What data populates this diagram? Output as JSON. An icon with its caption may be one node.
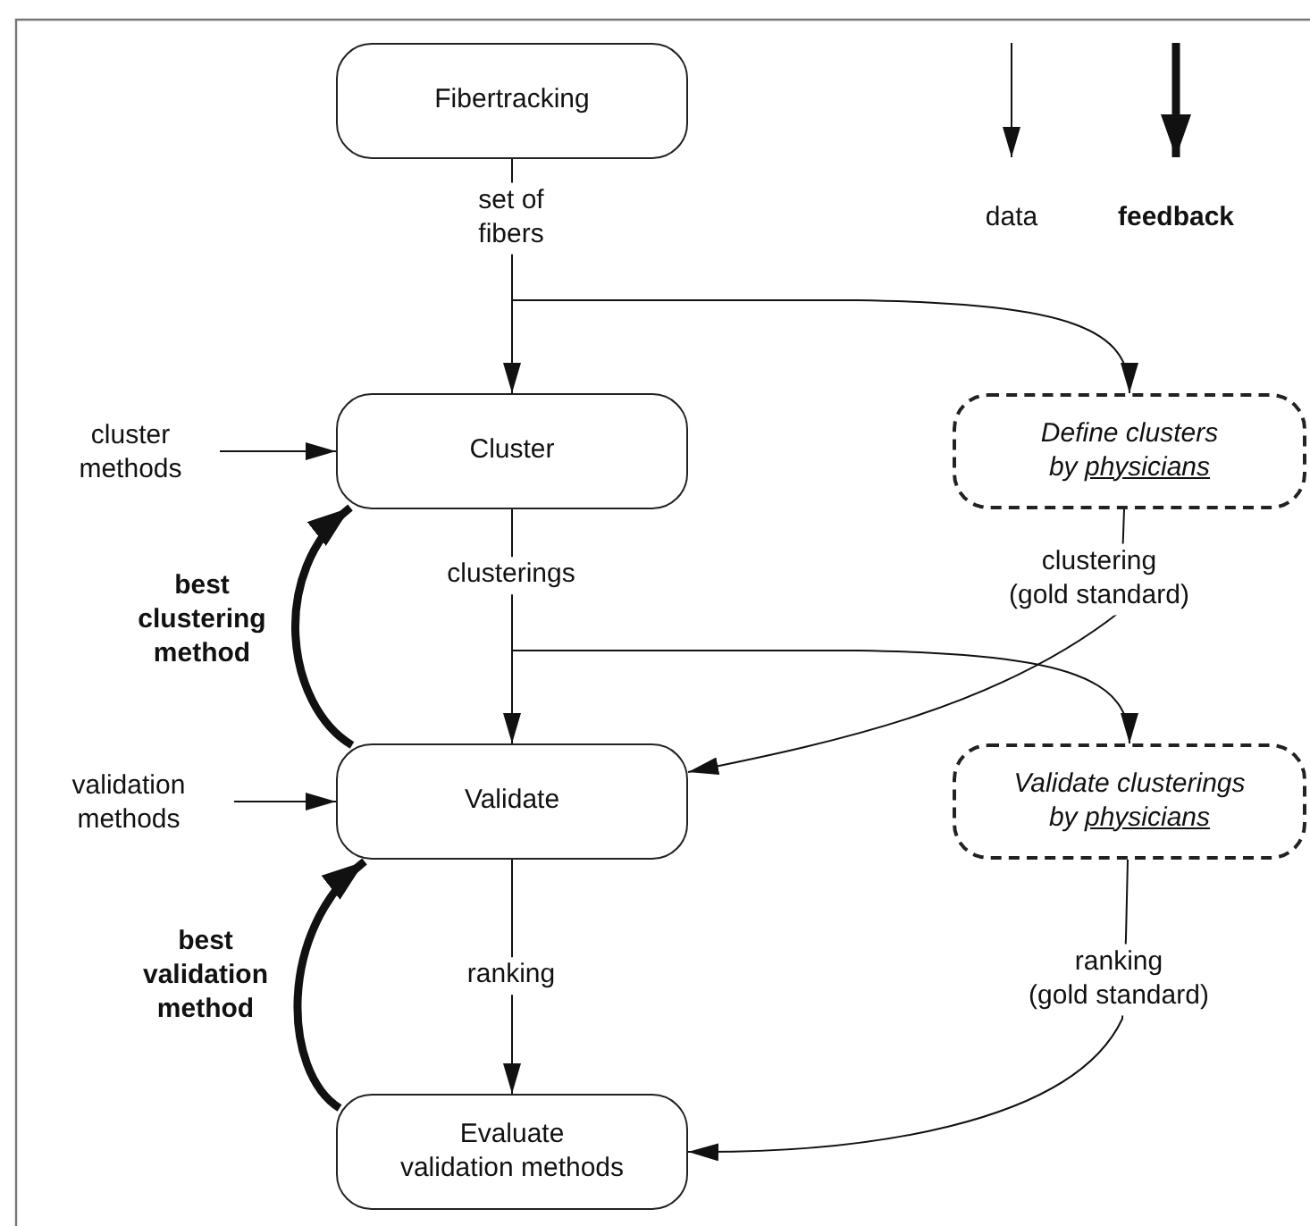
{
  "diagram": {
    "nodes": [
      {
        "text": [
          "Fibertracking"
        ]
      },
      {
        "text": [
          "Cluster"
        ]
      },
      {
        "text": [
          "Define clusters by physicians"
        ]
      },
      {
        "text": [
          "Validate"
        ]
      },
      {
        "text": [
          "Validate clusterings by physicians"
        ]
      },
      {
        "text": [
          "Evaluate validation methods"
        ]
      },
      {
        "text": [
          "cluster methods"
        ]
      },
      {
        "text": [
          "validation methods"
        ]
      }
    ],
    "edges": [
      {
        "from": 0,
        "to": 1,
        "arrow": "to",
        "label": "set of fibers"
      },
      {
        "from": 0,
        "to": 2,
        "arrow": "to"
      },
      {
        "from": 6,
        "to": 1,
        "arrow": "to"
      },
      {
        "from": 2,
        "to": 3,
        "arrow": "to",
        "label": "clustering (gold standard)"
      },
      {
        "from": 3,
        "to": 1,
        "arrow": "to",
        "style": "thick",
        "label": "best clustering method"
      },
      {
        "from": 1,
        "to": 3,
        "arrow": "to",
        "label": "clusterings"
      },
      {
        "from": 1,
        "to": 4,
        "arrow": "to"
      },
      {
        "from": 7,
        "to": 3,
        "arrow": "to"
      },
      {
        "from": 4,
        "to": 5,
        "arrow": "to",
        "label": "ranking (gold standard)"
      },
      {
        "from": 3,
        "to": 5,
        "arrow": "to",
        "label": "ranking"
      },
      {
        "from": 5,
        "to": 3,
        "arrow": "to",
        "style": "thick",
        "label": "best validation method"
      }
    ],
    "legend": [
      {
        "text": "data"
      },
      {
        "text": "feedback"
      }
    ]
  }
}
